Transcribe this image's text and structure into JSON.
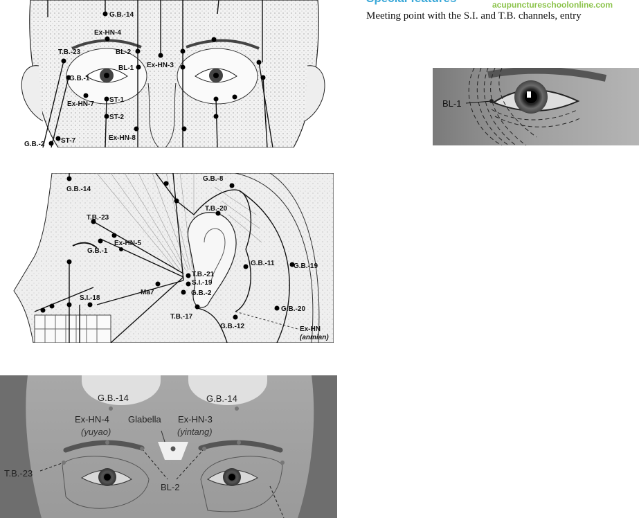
{
  "section": {
    "heading": "Special features",
    "watermark": "acupunctureschoolonline.com",
    "description": "Meeting point with the S.I. and T.B. channels, entry"
  },
  "figure_front": {
    "labels": [
      "G.B.-14",
      "Ex-HN-4",
      "T.B.-23",
      "BL-2",
      "BL-1",
      "Ex-HN-3",
      "G.B.-1",
      "ST-1",
      "Ex-HN-7",
      "ST-2",
      "Ex-HN-8",
      "G.B.-2",
      "ST-7"
    ]
  },
  "figure_side": {
    "labels": [
      "G.B.-14",
      "G.B.-8",
      "T.B.-23",
      "T.B.-20",
      "Ex-HN-5",
      "G.B.-1",
      "G.B.-11",
      "G.B.-19",
      "T.B.-21",
      "S.I.-19",
      "Ma7",
      "G.B.-2",
      "S.I.-18",
      "T.B.-17",
      "G.B.-20",
      "G.B.-12",
      "Ex-HN",
      "(anmian)"
    ]
  },
  "figure_photo": {
    "labels": [
      "G.B.-14",
      "G.B.-14",
      "Ex-HN-4",
      "(yuyao)",
      "Glabella",
      "Ex-HN-3",
      "(yintang)",
      "T.B.-23",
      "BL-2"
    ]
  },
  "figure_eye": {
    "label": "BL-1"
  }
}
